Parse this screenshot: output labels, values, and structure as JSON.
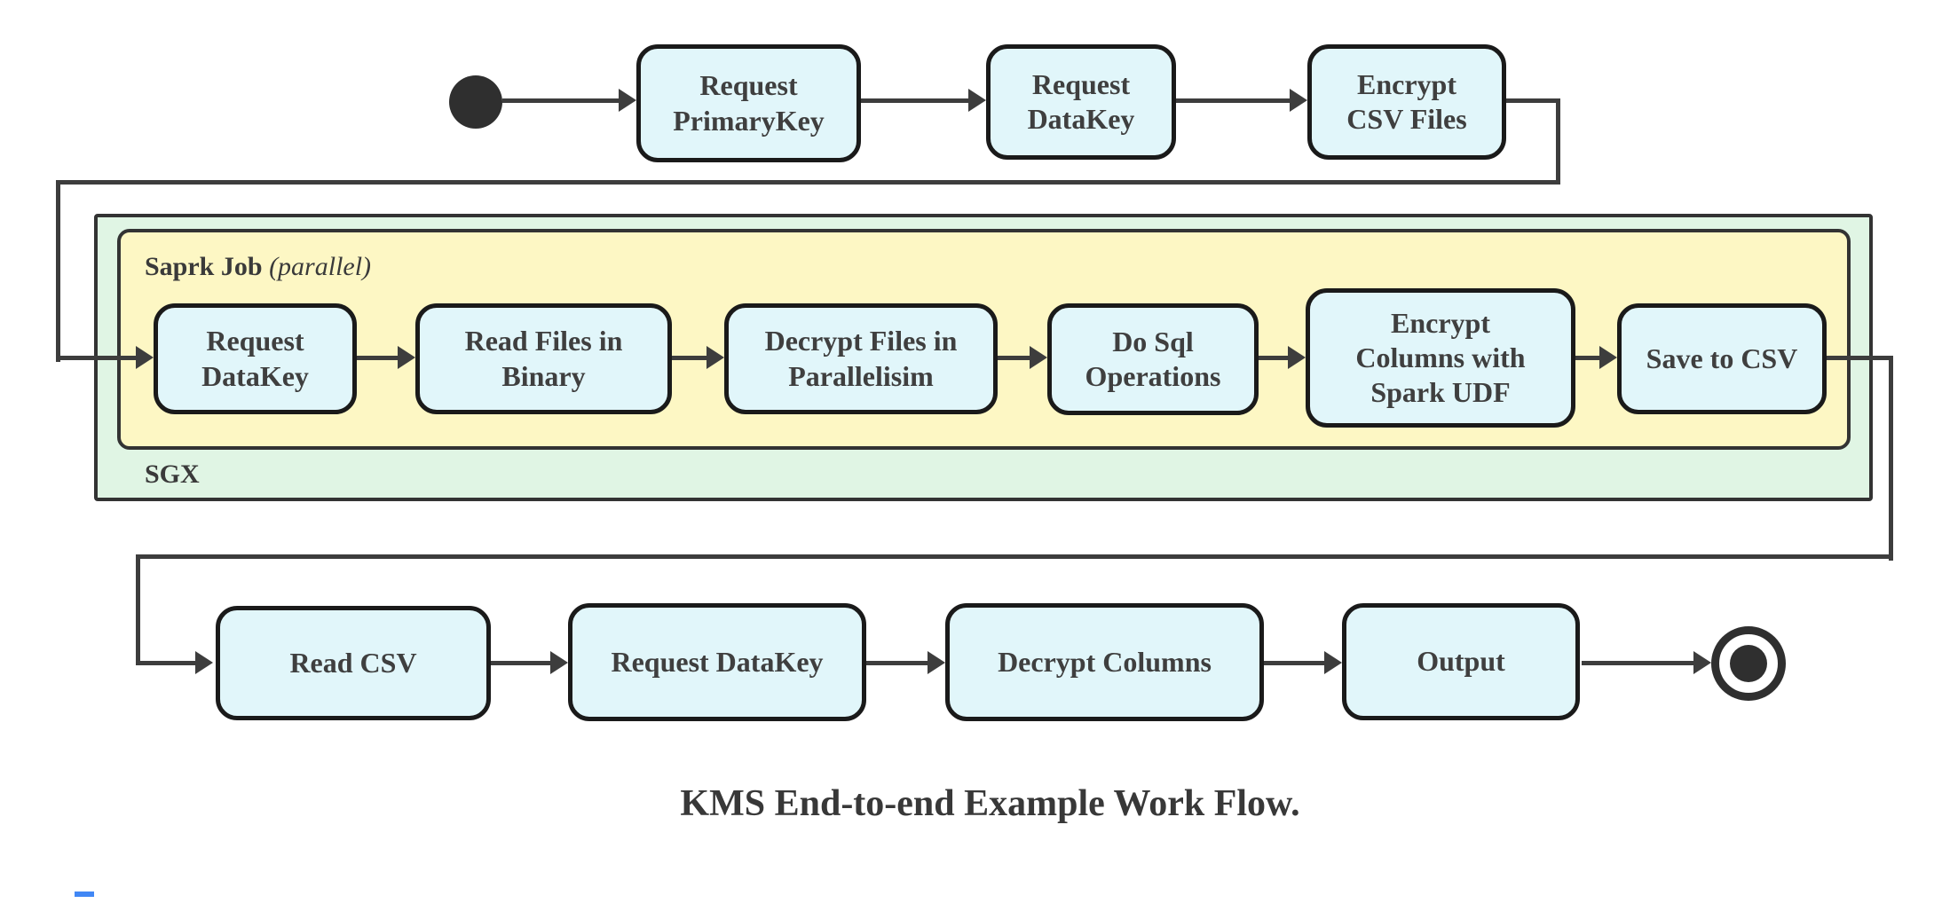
{
  "caption": "KMS End-to-end Example Work Flow.",
  "top_row": {
    "nodes": [
      {
        "label": "Request\nPrimaryKey"
      },
      {
        "label": "Request\nDataKey"
      },
      {
        "label": "Encrypt\nCSV Files"
      }
    ]
  },
  "sgx": {
    "label": "SGX",
    "spark_job": {
      "title": "Saprk Job",
      "title_note": "(parallel)",
      "nodes": [
        {
          "label": "Request\nDataKey"
        },
        {
          "label": "Read Files in\nBinary"
        },
        {
          "label": "Decrypt Files in\nParallelisim"
        },
        {
          "label": "Do Sql\nOperations"
        },
        {
          "label": "Encrypt\nColumns with\nSpark UDF"
        },
        {
          "label": "Save to CSV"
        }
      ]
    }
  },
  "bottom_row": {
    "nodes": [
      {
        "label": "Read CSV"
      },
      {
        "label": "Request DataKey"
      },
      {
        "label": "Decrypt Columns"
      },
      {
        "label": "Output"
      }
    ]
  },
  "colors": {
    "node_fill": "#e1f6fa",
    "node_border": "#1a1a1a",
    "spark_container_fill": "#fdf7c4",
    "sgx_container_fill": "#e0f5e4",
    "container_border": "#333333",
    "edge": "#3d3d3d",
    "text": "#3a3a3a",
    "start_end_state": "#2f2f2f",
    "bottom_left_artifact": "#4187f5"
  }
}
